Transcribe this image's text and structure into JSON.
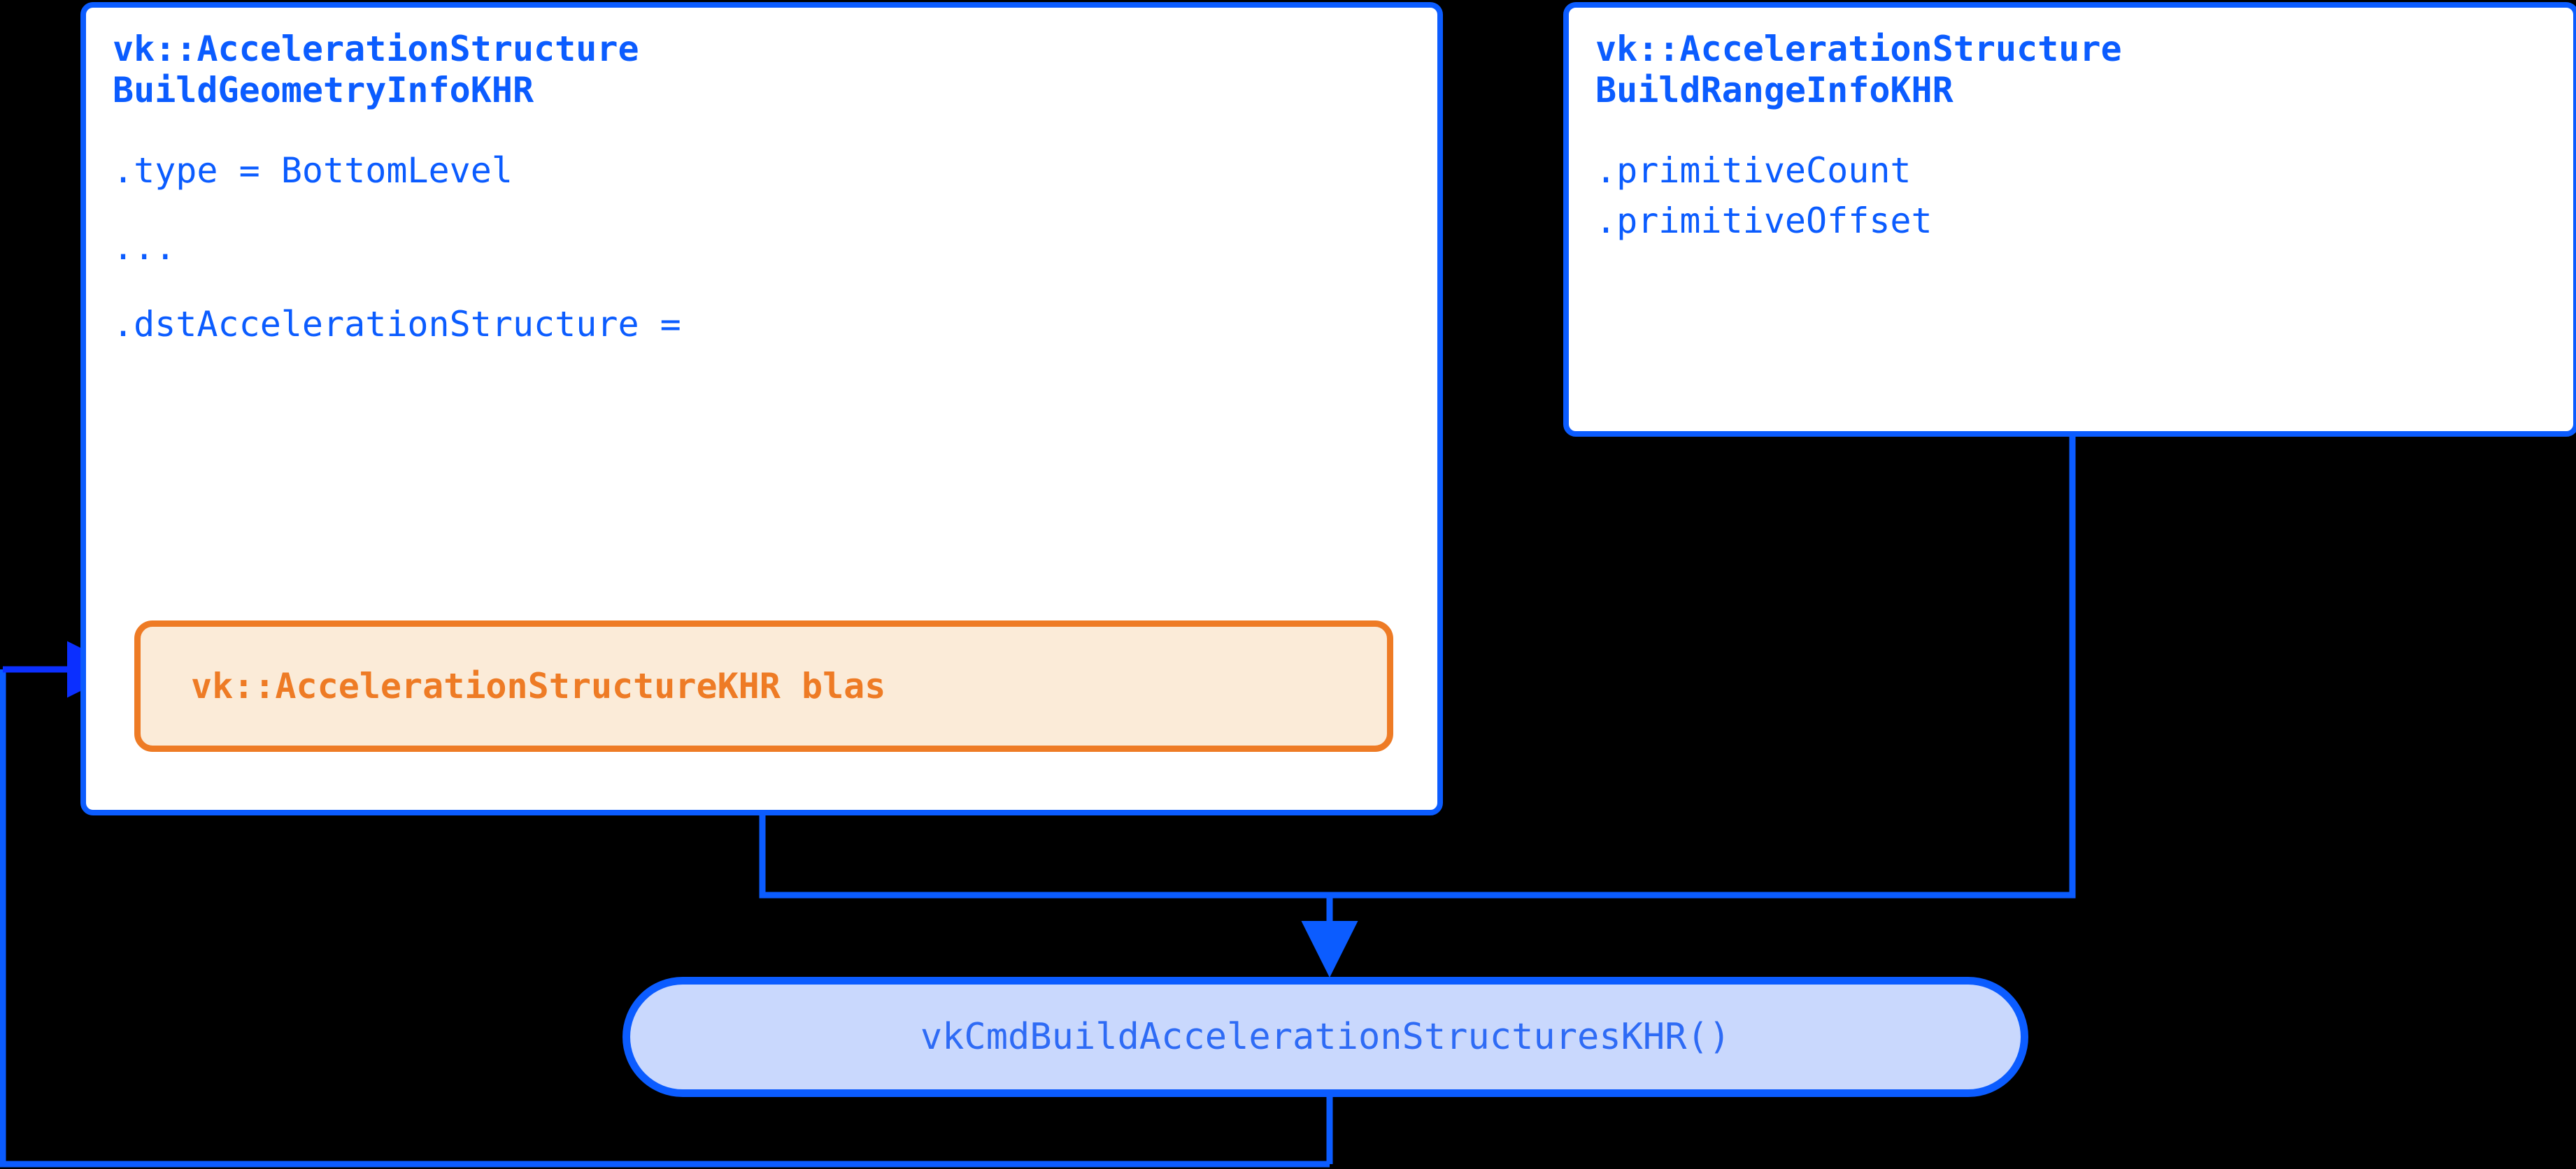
{
  "diagram": {
    "type": "flow-diagram",
    "background_color": "#000000",
    "accent_blue": "#0B5CFF",
    "accent_orange": "#EE7B25",
    "pill_fill_blue": "#C9D8FD",
    "pill_fill_orange": "#FBEBD8",
    "card_fill": "#FFFFFF"
  },
  "build_geometry_card": {
    "title_line1": "vk::AccelerationStructure",
    "title_line2": "BuildGeometryInfoKHR",
    "field_type": ".type = BottomLevel",
    "ellipsis": "...",
    "field_dst": ".dstAccelerationStructure ="
  },
  "handle_pill": {
    "label": "vk::AccelerationStructureKHR blas"
  },
  "build_range_card": {
    "title_line1": "vk::AccelerationStructure",
    "title_line2": "BuildRangeInfoKHR",
    "field_count": ".primitiveCount",
    "field_offset": ".primitiveOffset"
  },
  "command_pill": {
    "label": "vkCmdBuildAccelerationStructuresKHR()"
  },
  "connectors": [
    {
      "name": "incoming-blas-arrow",
      "from": "off-screen-left",
      "to": "handle-pill",
      "arrow": true
    },
    {
      "name": "geometry-info-to-command",
      "from": "build-geometry-card",
      "to": "command-pill",
      "arrow": true
    },
    {
      "name": "range-info-to-command",
      "from": "build-range-card",
      "to": "command-pill",
      "arrow": true
    },
    {
      "name": "command-to-offscreen-bottom",
      "from": "command-pill",
      "to": "off-screen-bottom-left",
      "arrow": false
    }
  ]
}
